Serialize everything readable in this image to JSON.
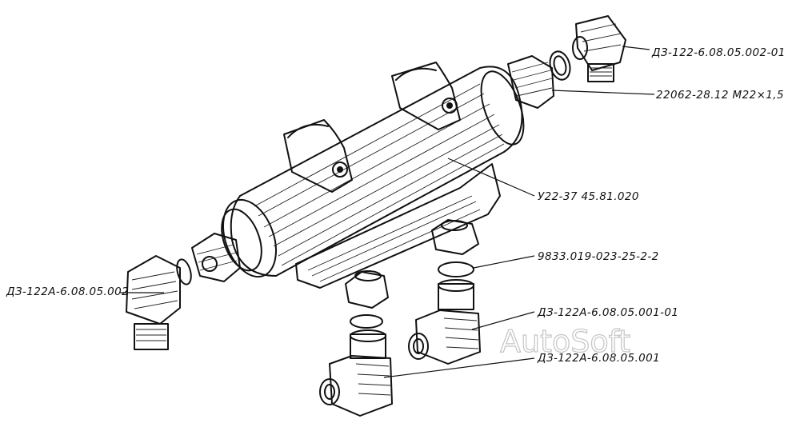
{
  "labels": {
    "top_elbow": "ДЗ-122-6.08.05.002-01",
    "union_nut": "22062-28.12  M22×1,5",
    "body": "У22-37  45.81.020",
    "left_elbow": "ДЗ-122А-6.08.05.002",
    "o_ring": "9833.019-023-25-2-2",
    "right_elbow": "ДЗ-122А-6.08.05.001-01",
    "bottom_elbow": "ДЗ-122А-6.08.05.001"
  },
  "watermark": "AutoSoft",
  "colors": {
    "ink": "#111111",
    "paper": "#ffffff",
    "watermark": "#c4c4c4"
  }
}
